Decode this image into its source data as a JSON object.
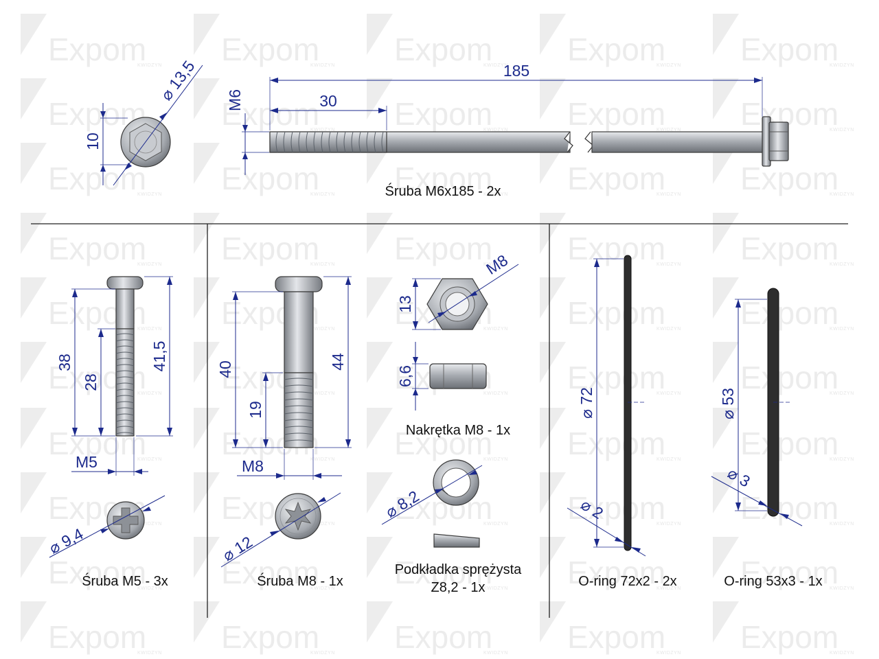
{
  "watermark": {
    "brand": "Expom",
    "sub": "KWIDZYN"
  },
  "colors": {
    "dimension": "#1c2a8c",
    "caption": "#111111",
    "metal": "#b8bcc2",
    "oring": "#2e2e2e"
  },
  "parts": {
    "long_bolt": {
      "caption": "Śruba M6x185 - 2x",
      "dims": {
        "thread": "M6",
        "total": "185",
        "thread_len": "30",
        "head_height": "10",
        "head_dia": "⌀ 13,5"
      }
    },
    "bolt_m5": {
      "caption": "Śruba M5 - 3x",
      "dims": {
        "shank": "38",
        "thread_len": "28",
        "total": "41,5",
        "thread": "M5",
        "head_dia": "⌀ 9,4"
      }
    },
    "bolt_m8": {
      "caption": "Śruba M8 - 1x",
      "dims": {
        "shank": "40",
        "thread_len": "19",
        "total": "44",
        "thread": "M8",
        "head_dia": "⌀ 12"
      }
    },
    "nut": {
      "caption": "Nakrętka M8 - 1x",
      "dims": {
        "across": "13",
        "thread": "M8",
        "height": "6,6"
      }
    },
    "washer": {
      "caption_line1": "Podkładka sprężysta",
      "caption_line2": "Z8,2 - 1x",
      "dims": {
        "dia": "⌀ 8,2"
      }
    },
    "oring_72": {
      "caption": "O-ring 72x2 - 2x",
      "dims": {
        "dia": "⌀ 72",
        "cs": "⌀ 2"
      }
    },
    "oring_53": {
      "caption": "O-ring 53x3 - 1x",
      "dims": {
        "dia": "⌀ 53",
        "cs": "⌀ 3"
      }
    }
  }
}
